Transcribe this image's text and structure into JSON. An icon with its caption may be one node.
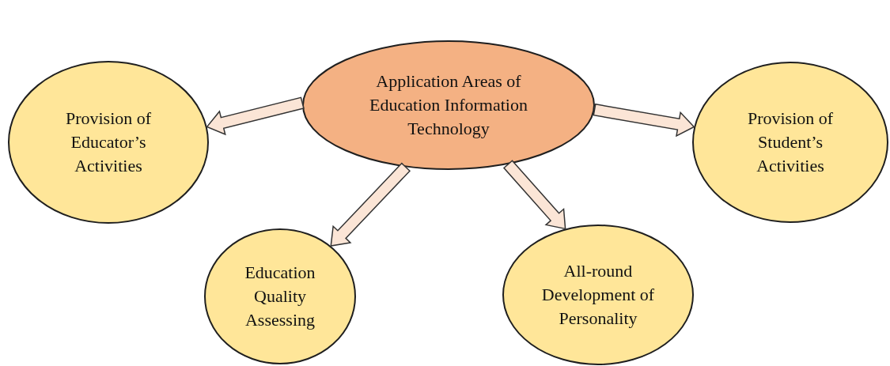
{
  "diagram": {
    "nodes": [
      {
        "text": [
          "Application Areas of Education Information Technology"
        ]
      },
      {
        "text": [
          "Provision of Educator’s Activities"
        ]
      },
      {
        "text": [
          "Provision of Student’s Activities"
        ]
      },
      {
        "text": [
          "Education Quality Assessing"
        ]
      },
      {
        "text": [
          "All-round Development of Personality"
        ]
      }
    ],
    "edges": [
      {
        "from": 0,
        "to": 1,
        "arrow": "to"
      },
      {
        "from": 0,
        "to": 2,
        "arrow": "to"
      },
      {
        "from": 0,
        "to": 3,
        "arrow": "to"
      },
      {
        "from": 0,
        "to": 4,
        "arrow": "to"
      }
    ]
  }
}
